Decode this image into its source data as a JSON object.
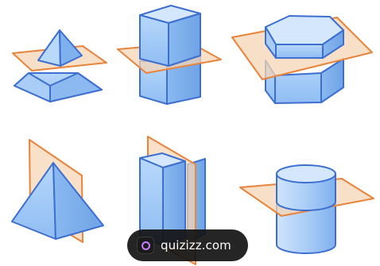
{
  "watermark": {
    "brand_text": "quizizz.com",
    "icon": "quizizz-logo-icon"
  },
  "colors": {
    "solid_front": "#a9cdf7",
    "solid_side": "#7fb1ee",
    "solid_top": "#d4e7fd",
    "solid_stroke": "#3d6fd1",
    "plane_fill": "#f6d4b4",
    "plane_stroke": "#e8843c",
    "watermark_bg": "#121212"
  },
  "figures": [
    {
      "shape": "pyramid",
      "plane": "horizontal"
    },
    {
      "shape": "cuboid",
      "plane": "horizontal"
    },
    {
      "shape": "hexagonal-prism",
      "plane": "horizontal"
    },
    {
      "shape": "pyramid",
      "plane": "vertical"
    },
    {
      "shape": "cuboid",
      "plane": "vertical"
    },
    {
      "shape": "cylinder",
      "plane": "horizontal"
    }
  ]
}
